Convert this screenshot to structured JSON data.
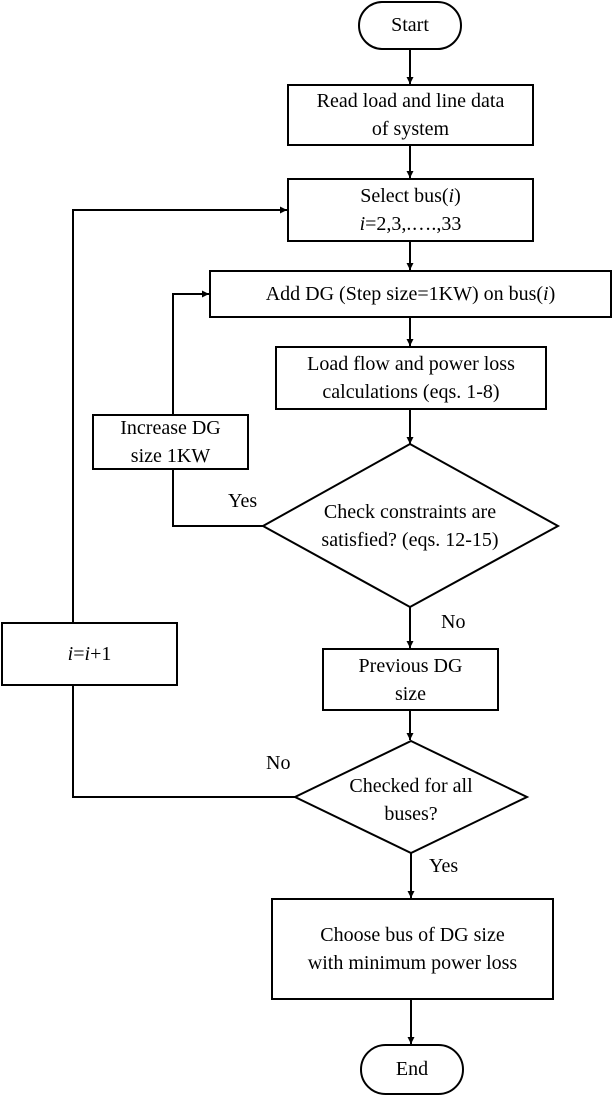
{
  "flowchart": {
    "start": "Start",
    "read_data": [
      "Read load and line data",
      "of system"
    ],
    "select_bus": {
      "line1": {
        "text": "Select bus(",
        "var": "i",
        "tail": ")"
      },
      "line2": {
        "var": "i",
        "text": "=2,3,.….,33"
      }
    },
    "add_dg": {
      "text": "Add DG (Step size=1KW) on bus(",
      "var": "i",
      "tail": ")"
    },
    "load_flow": [
      "Load flow and power loss",
      "calculations (eqs. 1-8)"
    ],
    "increase_dg": [
      "Increase DG",
      "size 1KW"
    ],
    "check_constraints": [
      "Check constraints are",
      "satisfied? (eqs. 12-15)"
    ],
    "previous_dg": [
      "Previous DG",
      "size"
    ],
    "increment": {
      "var1": "i",
      "eq": "=",
      "var2": "i",
      "tail": "+1"
    },
    "checked_all": [
      "Checked for all",
      "buses?"
    ],
    "choose_bus": [
      "Choose bus of DG size",
      "with minimum power loss"
    ],
    "end": "End",
    "labels": {
      "constraints_yes": "Yes",
      "constraints_no": "No",
      "checked_no": "No",
      "checked_yes": "Yes"
    }
  }
}
